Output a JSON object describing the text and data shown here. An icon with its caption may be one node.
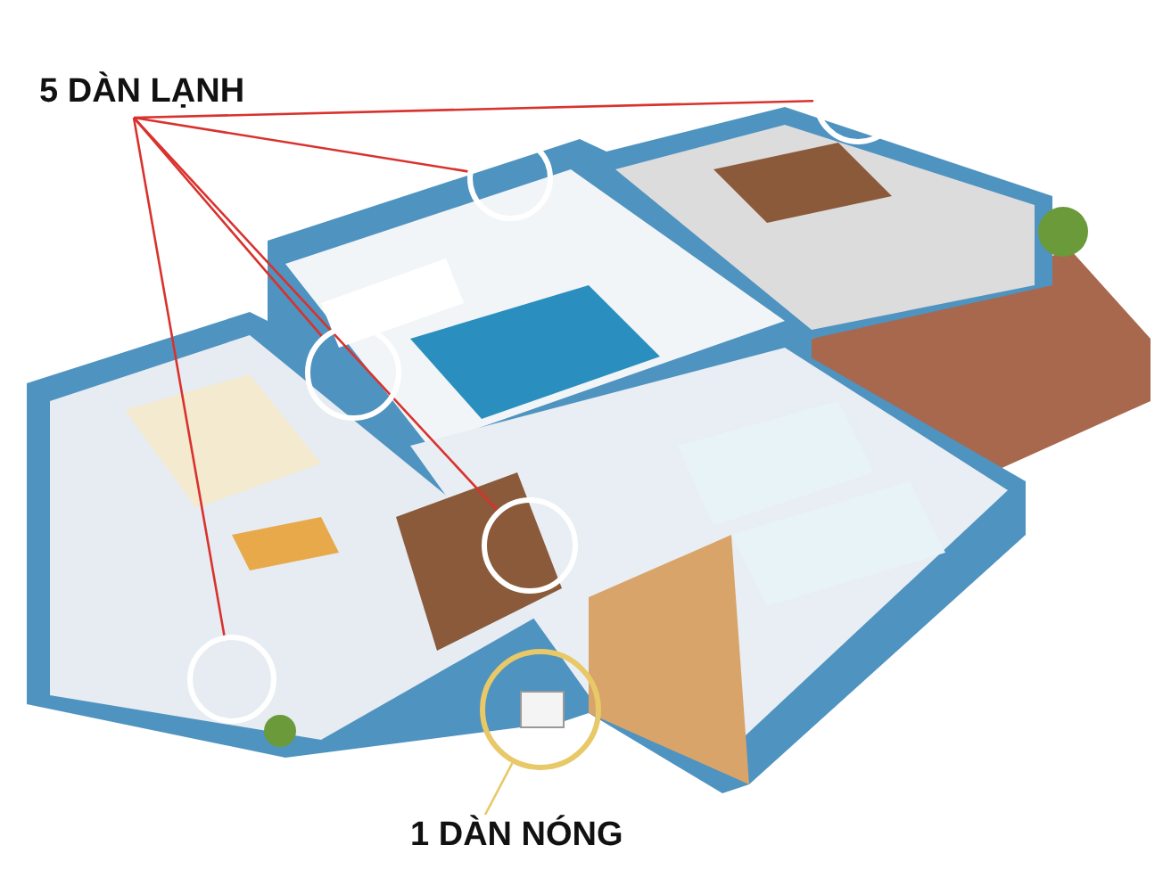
{
  "diagram": {
    "nodes": [
      {
        "text": [
          "5 DÀN LẠNH"
        ]
      },
      {
        "text": [],
        "shape": "circle"
      },
      {
        "text": [],
        "shape": "circle"
      },
      {
        "text": [],
        "shape": "circle"
      },
      {
        "text": [],
        "shape": "circle"
      },
      {
        "text": [],
        "shape": "circle"
      },
      {
        "text": [
          "1 DÀN NÓNG"
        ]
      },
      {
        "text": [],
        "shape": "circle"
      }
    ],
    "edges": [
      {
        "from": 0,
        "to": 1,
        "arrow": "none"
      },
      {
        "from": 0,
        "to": 2,
        "arrow": "none"
      },
      {
        "from": 0,
        "to": 3,
        "arrow": "none"
      },
      {
        "from": 0,
        "to": 4,
        "arrow": "none"
      },
      {
        "from": 0,
        "to": 5,
        "arrow": "none"
      },
      {
        "from": 6,
        "to": 7,
        "arrow": "none",
        "color": "#e8c867"
      }
    ]
  }
}
